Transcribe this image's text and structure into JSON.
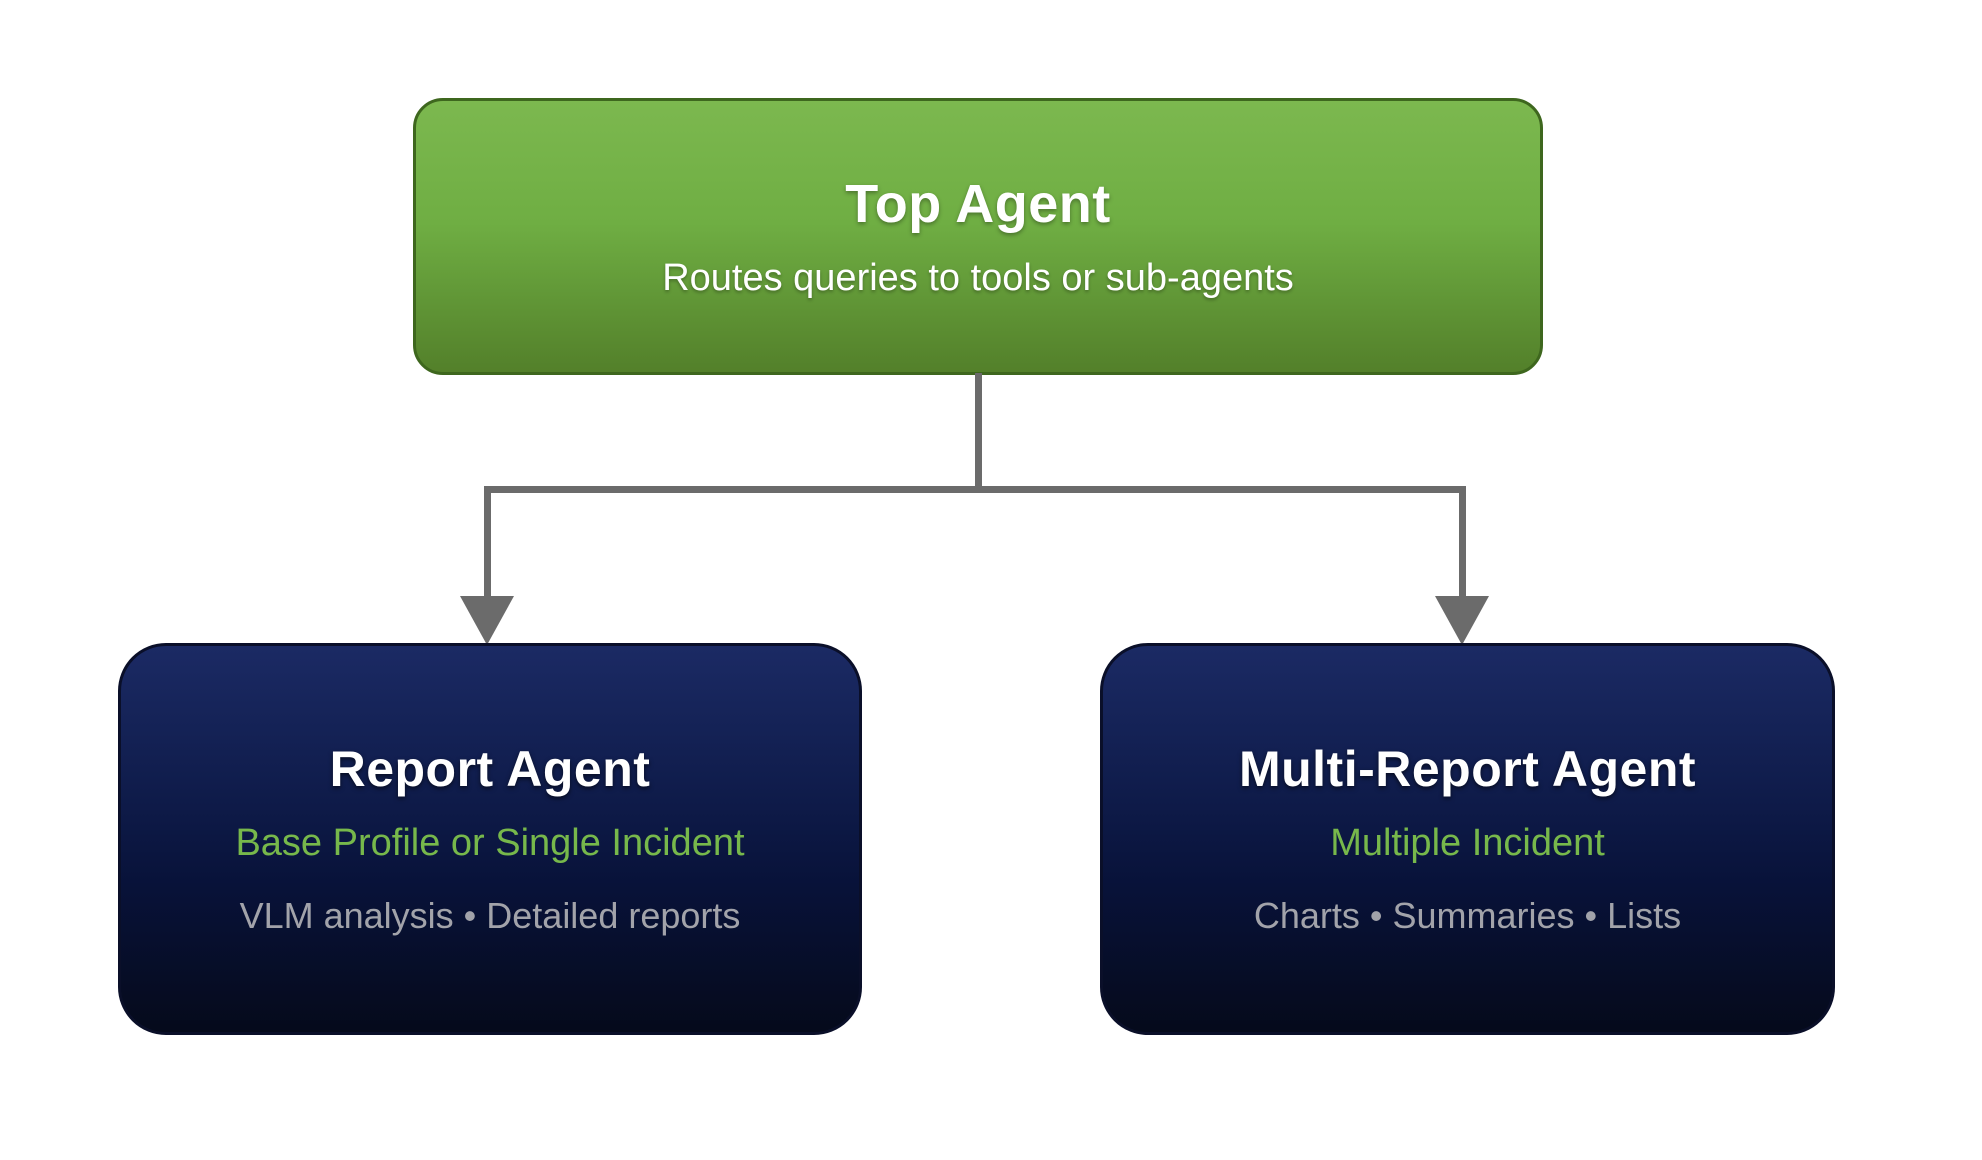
{
  "diagram": {
    "top_agent": {
      "title": "Top Agent",
      "subtitle": "Routes queries to tools or sub-agents"
    },
    "report_agent": {
      "title": "Report Agent",
      "subtitle": "Base Profile or Single Incident",
      "details": "VLM analysis • Detailed reports"
    },
    "multi_report_agent": {
      "title": "Multi-Report Agent",
      "subtitle": "Multiple Incident",
      "details": "Charts • Summaries • Lists"
    }
  },
  "colors": {
    "green_gradient_top": "#7cb84f",
    "green_gradient_bottom": "#53802a",
    "green_border": "#3e671e",
    "navy_gradient_top": "#1b2a64",
    "navy_gradient_bottom": "#050a1b",
    "navy_border": "#0a0f29",
    "connector_gray": "#6b6b6b",
    "accent_green_text": "#77b84b",
    "muted_gray_text": "#a2a3aa",
    "white_text": "#ffffff",
    "background": "#ffffff"
  }
}
